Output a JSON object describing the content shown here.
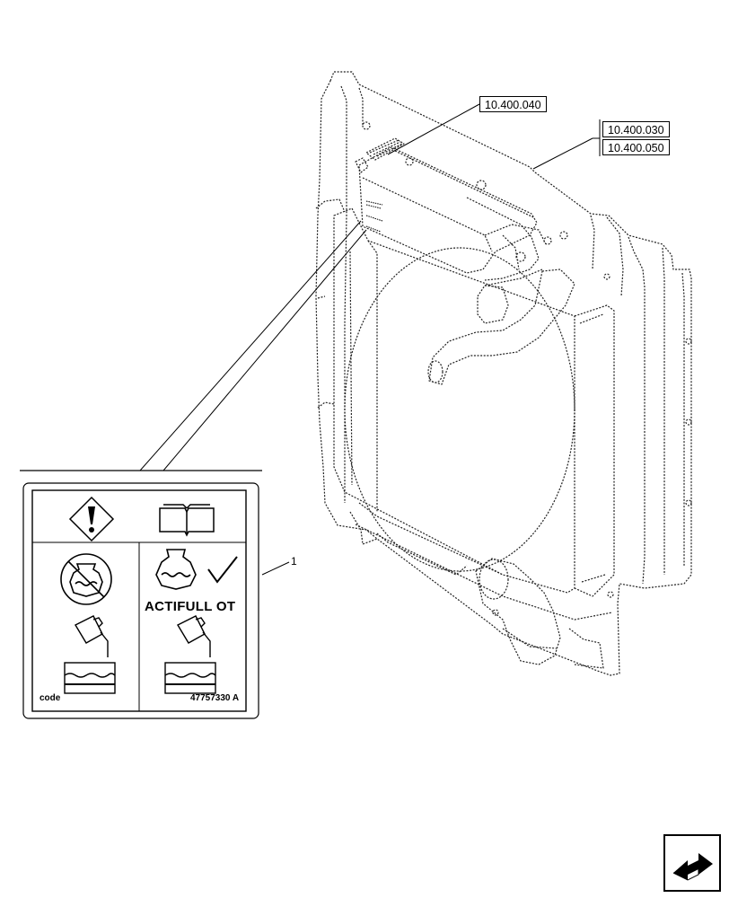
{
  "references": {
    "ref_top": "10.400.040",
    "ref_right_1": "10.400.030",
    "ref_right_2": "10.400.050"
  },
  "callout": {
    "item_number": "1"
  },
  "decal": {
    "product_text": "ACTIFULL OT",
    "code_label": "code",
    "part_number": "47757330 A",
    "icons": [
      "warning-diamond-icon",
      "manual-book-icon",
      "no-coolant-tank-icon",
      "coolant-tank-ok-icon",
      "check-mark-icon",
      "pour-bottle-icon",
      "reservoir-icon"
    ]
  },
  "navigation": {
    "icon": "next-page-arrow-icon"
  }
}
